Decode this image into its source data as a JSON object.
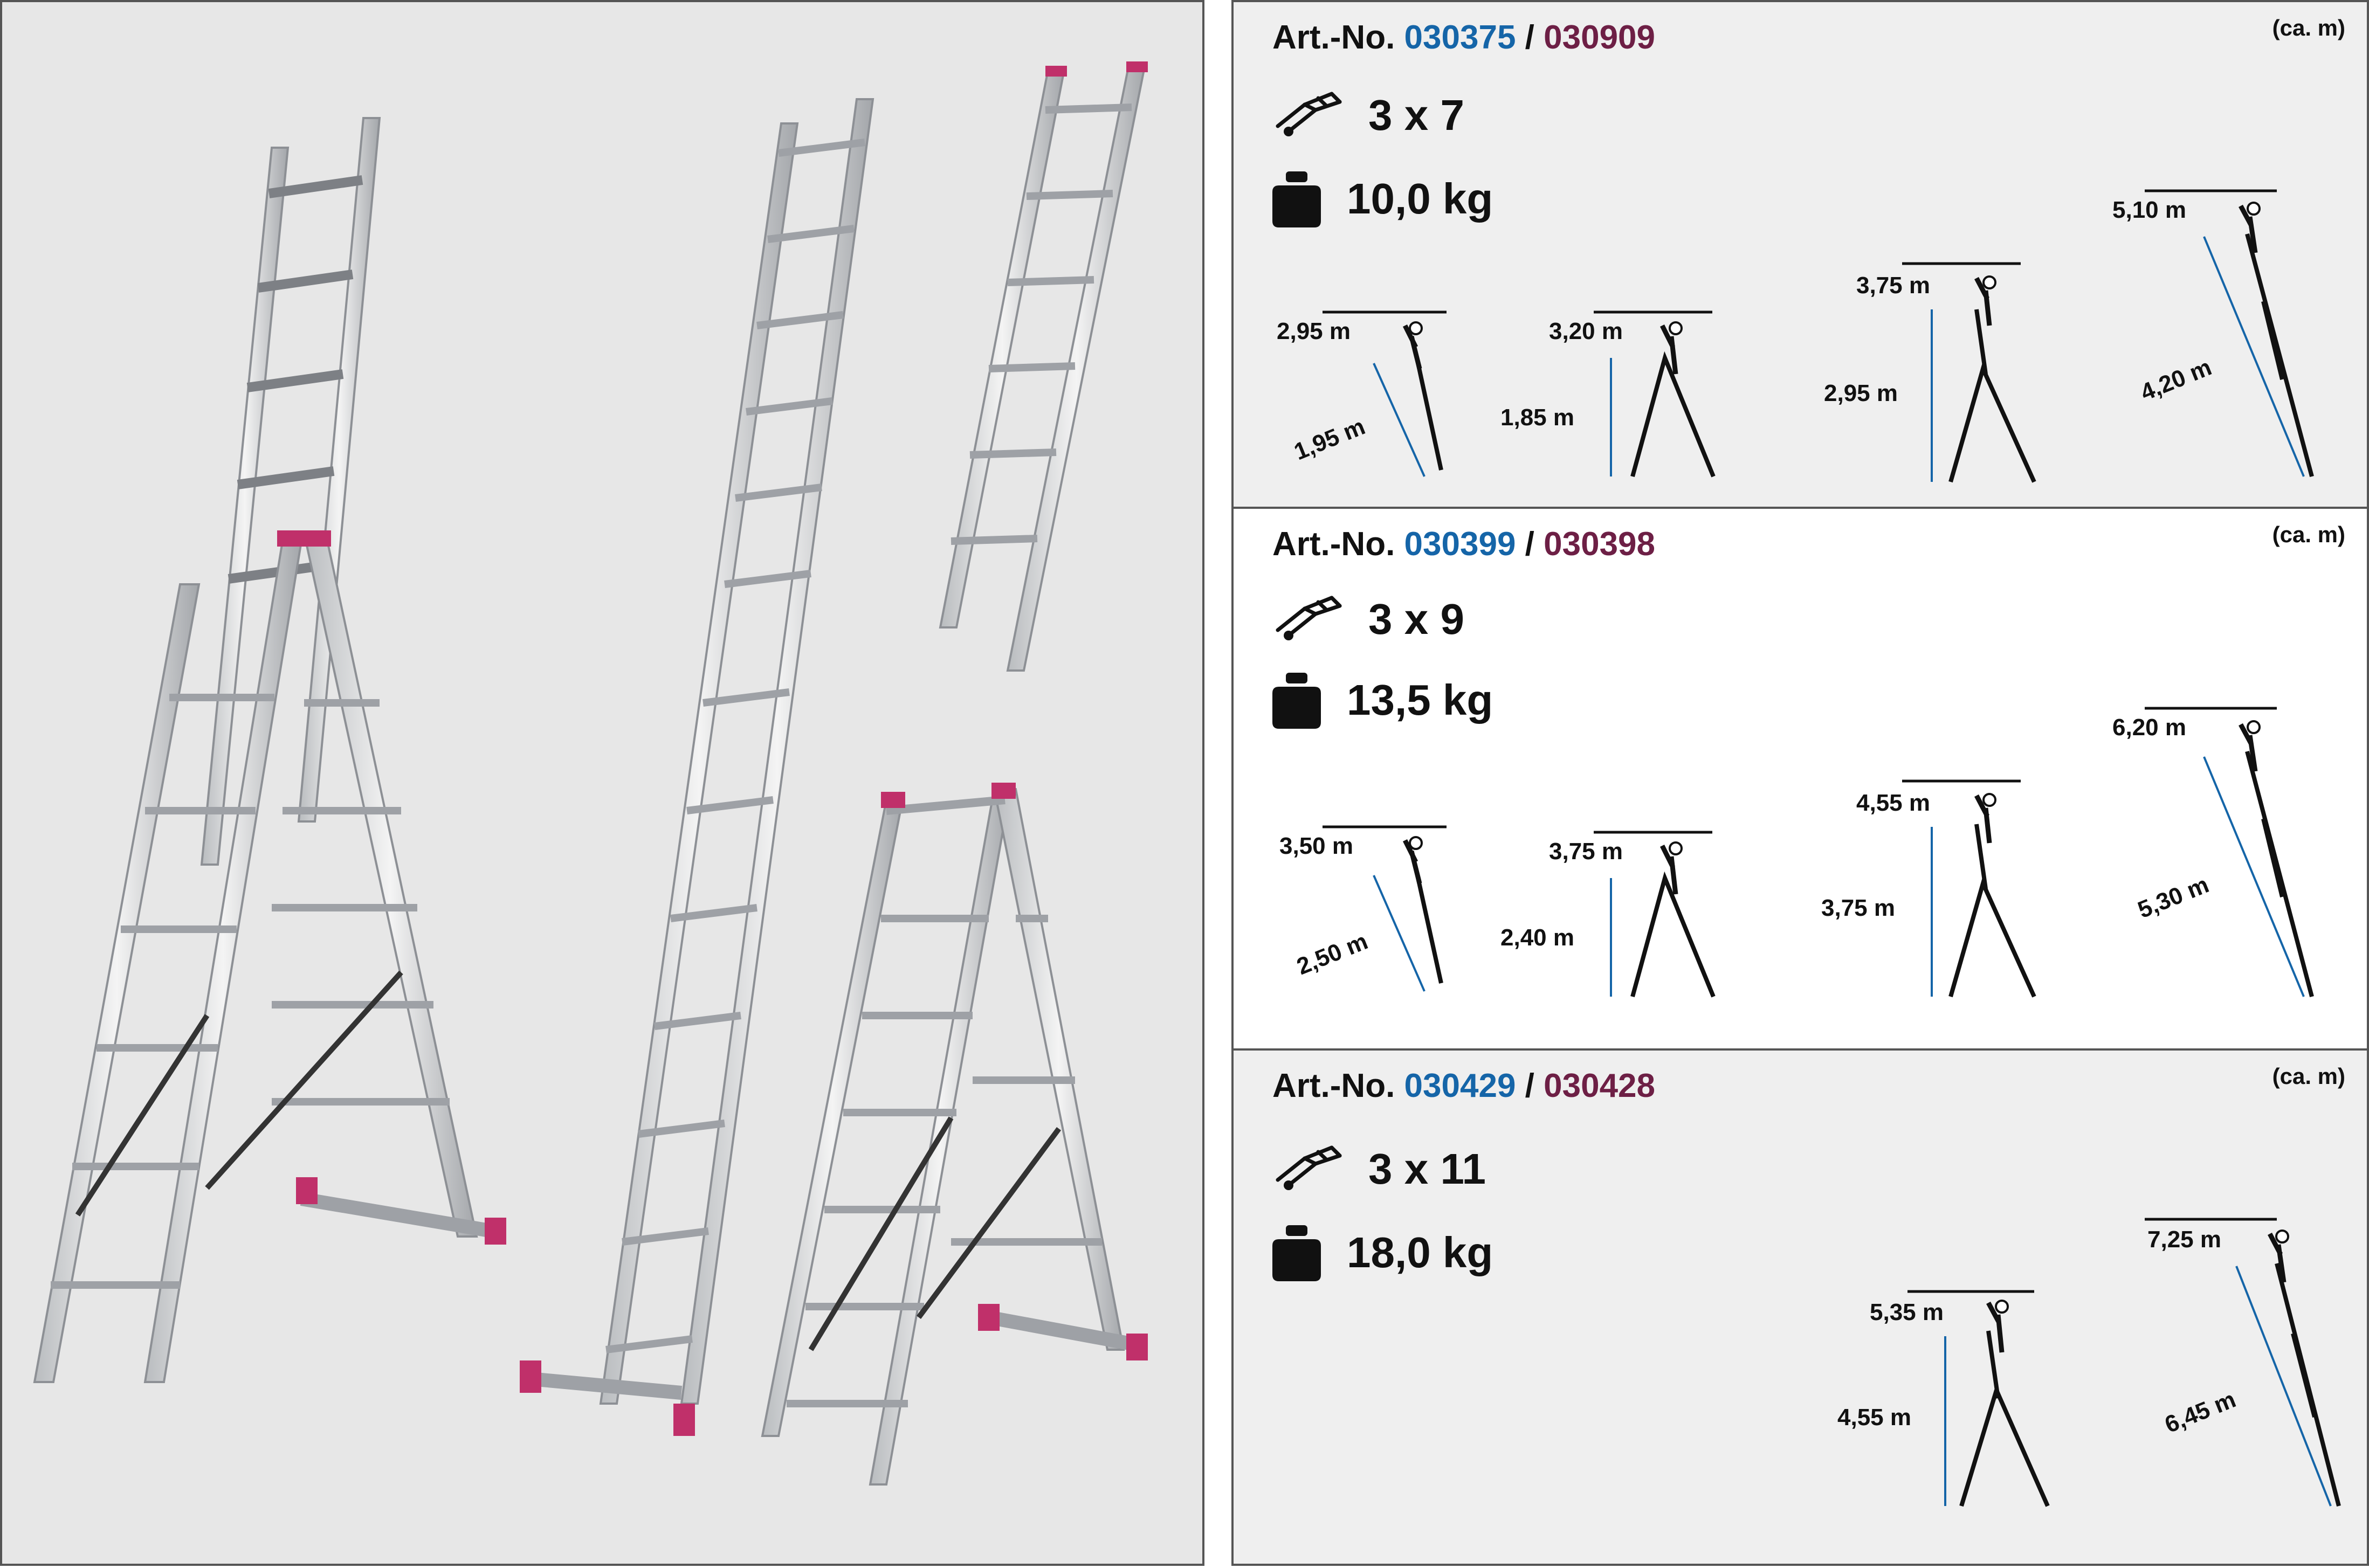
{
  "unit_note": "(ca. m)",
  "art_prefix": "Art.-No.",
  "separator": "/",
  "sections": [
    {
      "art_blue": "030375",
      "art_purple": "030909",
      "rungs": "3 x 7",
      "weight": "10,0 kg",
      "diagrams": [
        {
          "type": "lean-short",
          "height": "2,95 m",
          "length": "1,95 m"
        },
        {
          "type": "stepladder",
          "height": "3,20 m",
          "length": "1,85 m"
        },
        {
          "type": "stepladder-ext",
          "height": "3,75 m",
          "length": "2,95 m"
        },
        {
          "type": "lean-long",
          "height": "5,10 m",
          "length": "4,20 m"
        }
      ]
    },
    {
      "art_blue": "030399",
      "art_purple": "030398",
      "rungs": "3 x 9",
      "weight": "13,5 kg",
      "diagrams": [
        {
          "type": "lean-short",
          "height": "3,50 m",
          "length": "2,50 m"
        },
        {
          "type": "stepladder",
          "height": "3,75 m",
          "length": "2,40 m"
        },
        {
          "type": "stepladder-ext",
          "height": "4,55 m",
          "length": "3,75 m"
        },
        {
          "type": "lean-long",
          "height": "6,20 m",
          "length": "5,30 m"
        }
      ]
    },
    {
      "art_blue": "030429",
      "art_purple": "030428",
      "rungs": "3 x 11",
      "weight": "18,0 kg",
      "diagrams": [
        {
          "type": "stepladder-ext",
          "height": "5,35 m",
          "length": "4,55 m"
        },
        {
          "type": "lean-long",
          "height": "7,25 m",
          "length": "6,45 m"
        }
      ]
    }
  ],
  "colors": {
    "blue": "#1565a8",
    "purple": "#6d1f45",
    "foot": "#c0306a",
    "photo_bg": "#e7e7e7"
  },
  "icons": {
    "rungs": "ladder-rungs-icon",
    "weight": "weight-icon"
  }
}
